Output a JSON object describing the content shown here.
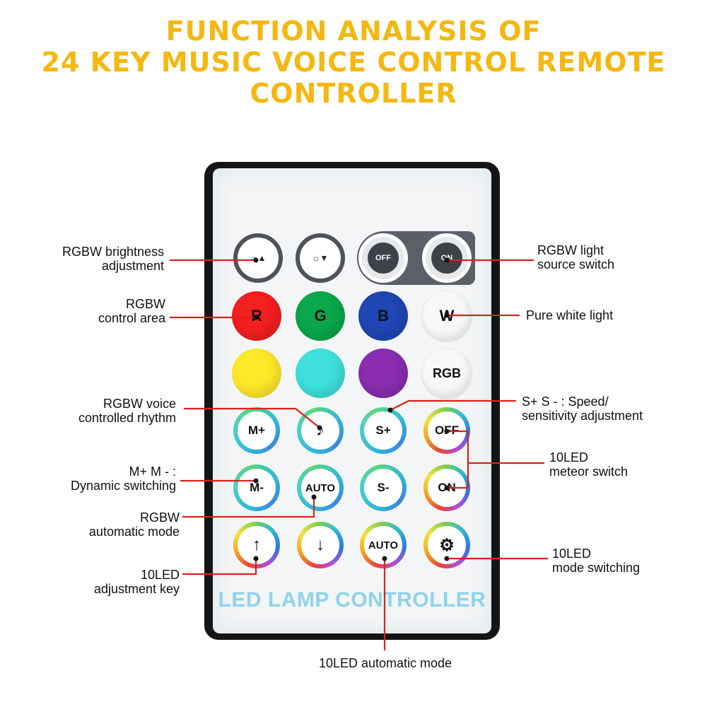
{
  "title": {
    "line1": "FUNCTION ANALYSIS OF",
    "line2": "24 KEY MUSIC VOICE CONTROL REMOTE",
    "line3": "CONTROLLER"
  },
  "remote": {
    "brand": "LED LAMP CONTROLLER",
    "buttons": {
      "bright_up": "☼▲",
      "bright_down": "☼▼",
      "off": "OFF",
      "on": "ON",
      "r": "R",
      "g": "G",
      "b": "B",
      "w": "W",
      "rgb": "RGB",
      "m_plus": "M+",
      "music": "♪",
      "s_plus": "S+",
      "off_led": "OFF",
      "m_minus": "M-",
      "auto_rgbw": "AUTO",
      "s_minus": "S-",
      "on_led": "ON",
      "up": "↑",
      "down": "↓",
      "auto_led": "AUTO",
      "gear": "⚙"
    },
    "colors": {
      "red": "#f41f1f",
      "green": "#0aa84a",
      "blue": "#1f46b4",
      "white": "#f8f8f8",
      "yellow": "#ffe82a",
      "cyan": "#3fe0dc",
      "purple": "#8a2db0",
      "rgb_white": "#f8f8f8",
      "title": "#f5b811",
      "line": "#d9221c",
      "brand": "#8fd3ea"
    }
  },
  "annotations": {
    "brightness": [
      "RGBW brightness",
      "adjustment"
    ],
    "control_area": [
      "RGBW",
      "control area"
    ],
    "voice_rhythm": [
      "RGBW voice",
      "controlled rhythm"
    ],
    "dynamic": [
      "M+  M - :",
      "Dynamic switching"
    ],
    "automatic": [
      "RGBW",
      "automatic mode"
    ],
    "adjust_key": [
      "10LED",
      "adjustment key"
    ],
    "led_auto": [
      "10LED automatic mode"
    ],
    "source_switch": [
      "RGBW light",
      "source switch"
    ],
    "white_light": [
      "Pure white light"
    ],
    "speed": [
      "S+  S - : Speed/",
      "sensitivity adjustment"
    ],
    "meteor": [
      "10LED",
      "meteor switch"
    ],
    "mode_switch": [
      "10LED",
      "mode switching"
    ]
  }
}
